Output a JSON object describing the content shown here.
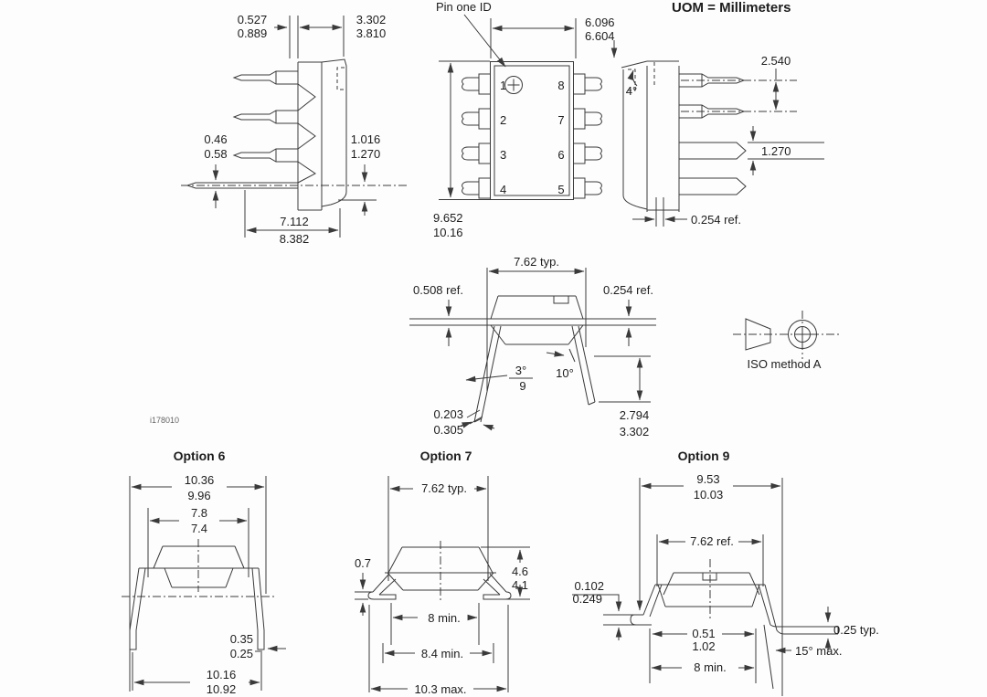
{
  "uom_title": "UOM = Millimeters",
  "figure_id": "i178010",
  "side_view_left": {
    "tip_offset_a": "0.527",
    "tip_offset_b": "0.889",
    "body_w_a": "3.302",
    "body_w_b": "3.810",
    "lead_thk_a": "0.46",
    "lead_thk_b": "0.58",
    "lead_w_a": "1.016",
    "lead_w_b": "1.270",
    "body_len_a": "7.112",
    "body_len_b": "8.382"
  },
  "top_view": {
    "pin_one": "Pin one ID",
    "pins_left": [
      "1",
      "2",
      "3",
      "4"
    ],
    "pins_right": [
      "8",
      "7",
      "6",
      "5"
    ],
    "width_a": "6.096",
    "width_b": "6.604",
    "length_a": "9.652",
    "length_b": "10.16"
  },
  "side_view_right": {
    "angle": "4°",
    "pitch": "2.540",
    "lead_w": "1.270",
    "standoff": "0.254 ref."
  },
  "front_view": {
    "row": "7.62 typ.",
    "left_ref": "0.508 ref.",
    "right_ref": "0.254 ref.",
    "ang_num": "3°",
    "ang_den": "9",
    "ang_lead": "10°",
    "lead_thk_a": "0.203",
    "lead_thk_b": "0.305",
    "lead_len_a": "2.794",
    "lead_len_b": "3.302"
  },
  "iso_label": "ISO method A",
  "option6": {
    "title": "Option 6",
    "top_a": "10.36",
    "top_b": "9.96",
    "body_a": "7.8",
    "body_b": "7.4",
    "lead_a": "0.35",
    "lead_b": "0.25",
    "bottom_a": "10.16",
    "bottom_b": "10.92"
  },
  "option7": {
    "title": "Option 7",
    "row": "7.62 typ.",
    "standoff": "0.7",
    "height_a": "4.6",
    "height_b": "4.1",
    "span_inner": "8 min.",
    "span_mid": "8.4 min.",
    "span_outer": "10.3 max."
  },
  "option9": {
    "title": "Option 9",
    "top_a": "9.53",
    "top_b": "10.03",
    "row": "7.62 ref.",
    "standoff_a": "0.102",
    "standoff_b": "0.249",
    "foot_a": "0.51",
    "foot_b": "1.02",
    "lead_thk": "0.25 typ.",
    "angle": "15° max.",
    "span": "8 min."
  }
}
